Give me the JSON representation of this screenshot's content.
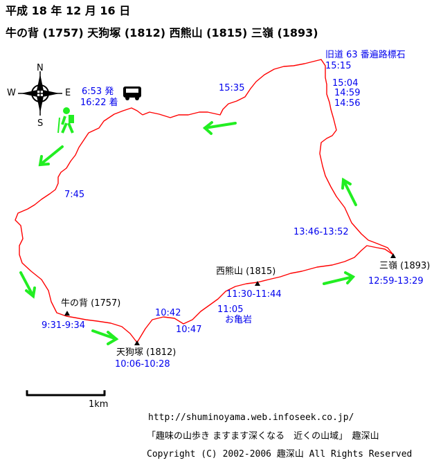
{
  "header": {
    "date": "平成 18 年 12 月 16 日",
    "peaks": "牛の背 (1757)  天狗塚 (1812)  西熊山 (1815)  三嶺 (1893)"
  },
  "compass": {
    "n": "N",
    "s": "S",
    "e": "E",
    "w": "W"
  },
  "car": {
    "depart": "6:53 発",
    "arrive": "16:22 着"
  },
  "times": {
    "t1535": "15:35",
    "t745": "7:45",
    "junction": "旧道 63 番遍路標石",
    "t1515": "15:15",
    "t1504": "15:04",
    "t1459": "14:59",
    "t1456": "14:56",
    "t1346": "13:46-13:52",
    "t1259": "12:59-13:29",
    "t1130": "11:30-11:44",
    "t1105": "11:05",
    "t1042": "10:42",
    "t1047": "10:47",
    "t931": "9:31-9:34",
    "t1006": "10:06-10:28"
  },
  "landmarks": {
    "okame": "お亀岩"
  },
  "peaks": {
    "sanrei": "三嶺 (1893)",
    "nishikuma": "西熊山 (1815)",
    "ushinose": "牛の背 (1757)",
    "tengu": "天狗塚 (1812)"
  },
  "scale": {
    "label": "1km"
  },
  "footer": {
    "url": "http://shuminoyama.web.infoseek.co.jp/",
    "slogan": "「趣味の山歩き ますます深くなる　近くの山域」　趣深山",
    "copyright": "Copyright (C) 2002-2006 趣深山 All Rights Reserved"
  },
  "colors": {
    "route": "#ff0000",
    "arrow": "#22ee22",
    "time": "#0000ee",
    "hiker": "#22ee22"
  }
}
